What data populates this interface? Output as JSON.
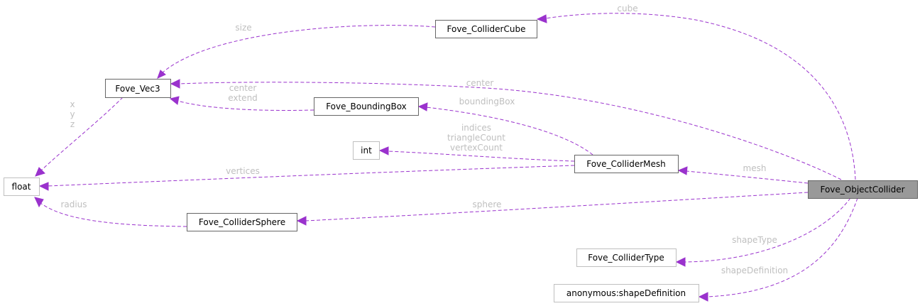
{
  "diagram": {
    "type": "collaboration-graph",
    "root": "Fove_ObjectCollider",
    "nodes": [
      {
        "id": "vec3",
        "label": "Fove_Vec3",
        "kind": "struct"
      },
      {
        "id": "float",
        "label": "float",
        "kind": "builtin"
      },
      {
        "id": "cube",
        "label": "Fove_ColliderCube",
        "kind": "struct"
      },
      {
        "id": "bbox",
        "label": "Fove_BoundingBox",
        "kind": "struct"
      },
      {
        "id": "int",
        "label": "int",
        "kind": "builtin"
      },
      {
        "id": "mesh",
        "label": "Fove_ColliderMesh",
        "kind": "struct"
      },
      {
        "id": "sphere",
        "label": "Fove_ColliderSphere",
        "kind": "struct"
      },
      {
        "id": "root",
        "label": "Fove_ObjectCollider",
        "kind": "root"
      },
      {
        "id": "type",
        "label": "Fove_ColliderType",
        "kind": "external"
      },
      {
        "id": "anon",
        "label": "anonymous:shapeDefinition",
        "kind": "external"
      }
    ],
    "edges": [
      {
        "from": "cube",
        "to": "vec3",
        "label": "size"
      },
      {
        "from": "root",
        "to": "cube",
        "label": "cube"
      },
      {
        "from": "root",
        "to": "vec3",
        "label": "center"
      },
      {
        "from": "bbox",
        "to": "vec3",
        "label": "center\nextend"
      },
      {
        "from": "vec3",
        "to": "float",
        "label": "x\ny\nz"
      },
      {
        "from": "mesh",
        "to": "bbox",
        "label": "boundingBox"
      },
      {
        "from": "mesh",
        "to": "int",
        "label": "indices\ntriangleCount\nvertexCount"
      },
      {
        "from": "mesh",
        "to": "float",
        "label": "vertices"
      },
      {
        "from": "root",
        "to": "mesh",
        "label": "mesh"
      },
      {
        "from": "sphere",
        "to": "float",
        "label": "radius"
      },
      {
        "from": "root",
        "to": "sphere",
        "label": "sphere"
      },
      {
        "from": "root",
        "to": "type",
        "label": "shapeType"
      },
      {
        "from": "root",
        "to": "anon",
        "label": "shapeDefinition"
      }
    ],
    "colors": {
      "edge": "#9a32cd",
      "edge_label": "#bfbfbf",
      "root_fill": "#999999",
      "node_border": "#666666",
      "external_border": "#bfbfbf"
    }
  }
}
